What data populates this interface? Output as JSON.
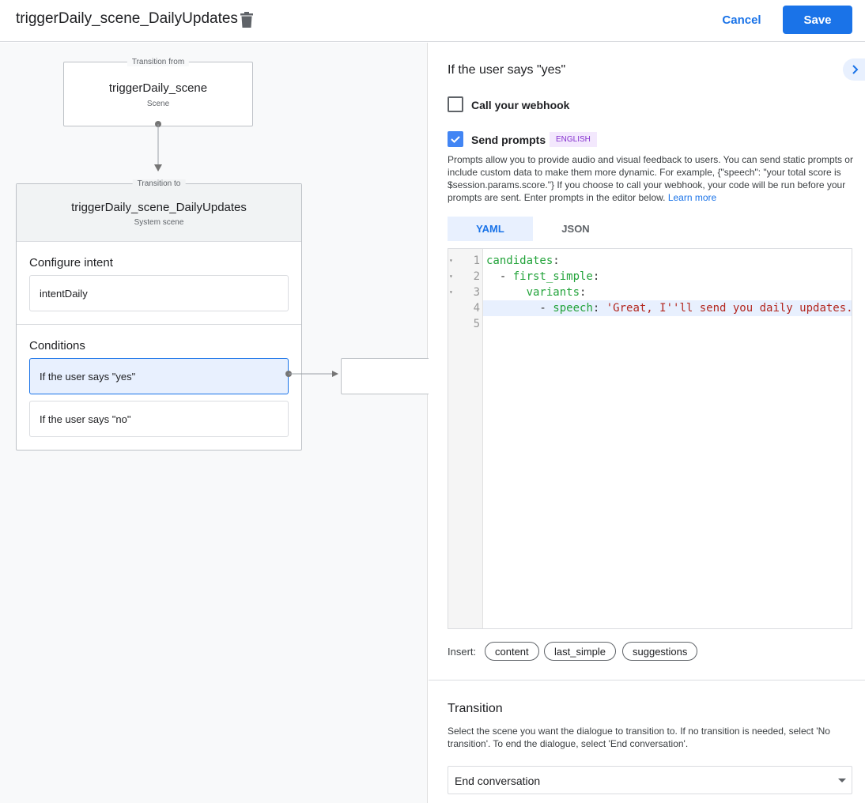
{
  "header": {
    "title": "triggerDaily_scene_DailyUpdates",
    "cancel_label": "Cancel",
    "save_label": "Save"
  },
  "canvas": {
    "from": {
      "caption": "Transition from",
      "title": "triggerDaily_scene",
      "subtitle": "Scene"
    },
    "to": {
      "caption": "Transition to",
      "title": "triggerDaily_scene_DailyUpdates",
      "subtitle": "System scene"
    },
    "configure_intent": {
      "label": "Configure intent",
      "intent": "intentDaily"
    },
    "conditions": {
      "label": "Conditions",
      "items": [
        "If the user says \"yes\"",
        "If the user says \"no\""
      ]
    }
  },
  "panel": {
    "heading": "If the user says \"yes\"",
    "webhook": {
      "label": "Call your webhook",
      "checked": false
    },
    "prompts": {
      "label": "Send prompts",
      "checked": true,
      "badge": "ENGLISH",
      "description": "Prompts allow you to provide audio and visual feedback to users. You can send static prompts or include custom data to make them more dynamic. For example, {\"speech\": \"your total score is $session.params.score.\"} If you choose to call your webhook, your code will be run before your prompts are sent. Enter prompts in the editor below. ",
      "learn_more": "Learn more"
    },
    "tabs": [
      "YAML",
      "JSON"
    ],
    "active_tab": "YAML",
    "editor": {
      "line_numbers": [
        "1",
        "2",
        "3",
        "4",
        "5"
      ]
    },
    "insert": {
      "label": "Insert:",
      "chips": [
        "content",
        "last_simple",
        "suggestions"
      ]
    },
    "transition": {
      "heading": "Transition",
      "description": "Select the scene you want the dialogue to transition to. If no transition is needed, select 'No transition'. To end the dialogue, select 'End conversation'.",
      "selected": "End conversation"
    }
  },
  "colors": {
    "accent": "#1a73e8",
    "badge_bg": "#f3e8fd",
    "badge_text": "#8430ce",
    "code_key": "#22a33a",
    "code_string": "#b3261e",
    "selected_bg": "#e8f0fe"
  }
}
